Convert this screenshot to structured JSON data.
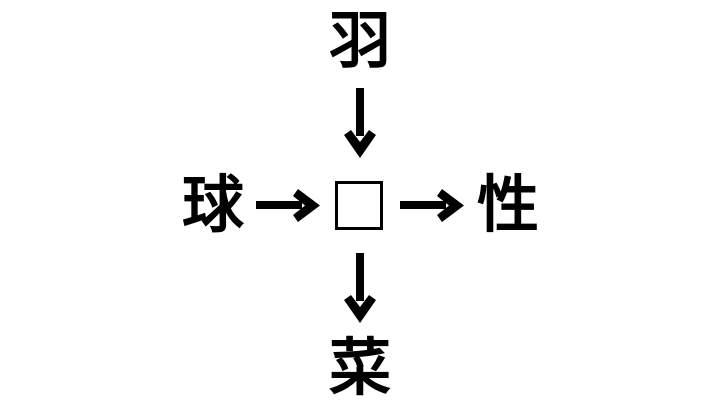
{
  "puzzle": {
    "type": "kanji-fill-in-the-blank",
    "layout": "cross",
    "background_color": "#ffffff",
    "ink_color": "#000000",
    "top": {
      "character": "羽",
      "role": "prefix",
      "compound_with_answer": "羽□"
    },
    "left": {
      "character": "球",
      "role": "prefix",
      "compound_with_answer": "球□"
    },
    "right": {
      "character": "性",
      "role": "suffix",
      "compound_with_answer": "□性"
    },
    "bottom": {
      "character": "菜",
      "role": "suffix",
      "compound_with_answer": "□菜"
    },
    "center": {
      "character": "",
      "placeholder": "□",
      "is_blank": true
    },
    "arrows": {
      "top_to_center": "↓",
      "left_to_center": "→",
      "center_to_right": "→",
      "center_to_bottom": "↓"
    }
  }
}
